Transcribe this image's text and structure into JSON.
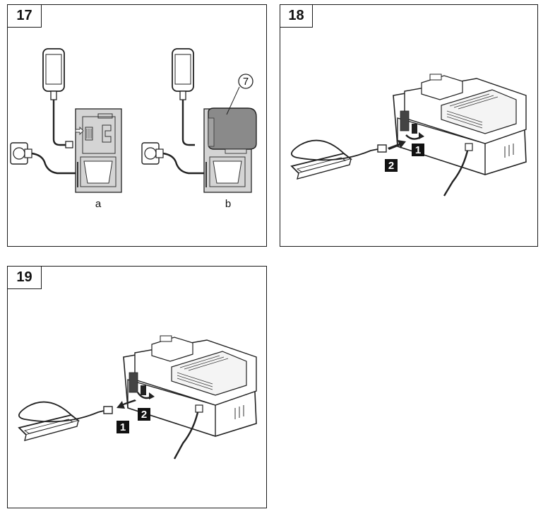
{
  "figures": [
    {
      "number": "17",
      "sublabels": [
        "a",
        "b"
      ],
      "callout": "7"
    },
    {
      "number": "18",
      "steps": [
        "1",
        "2"
      ]
    },
    {
      "number": "19",
      "steps": [
        "1",
        "2"
      ]
    }
  ]
}
